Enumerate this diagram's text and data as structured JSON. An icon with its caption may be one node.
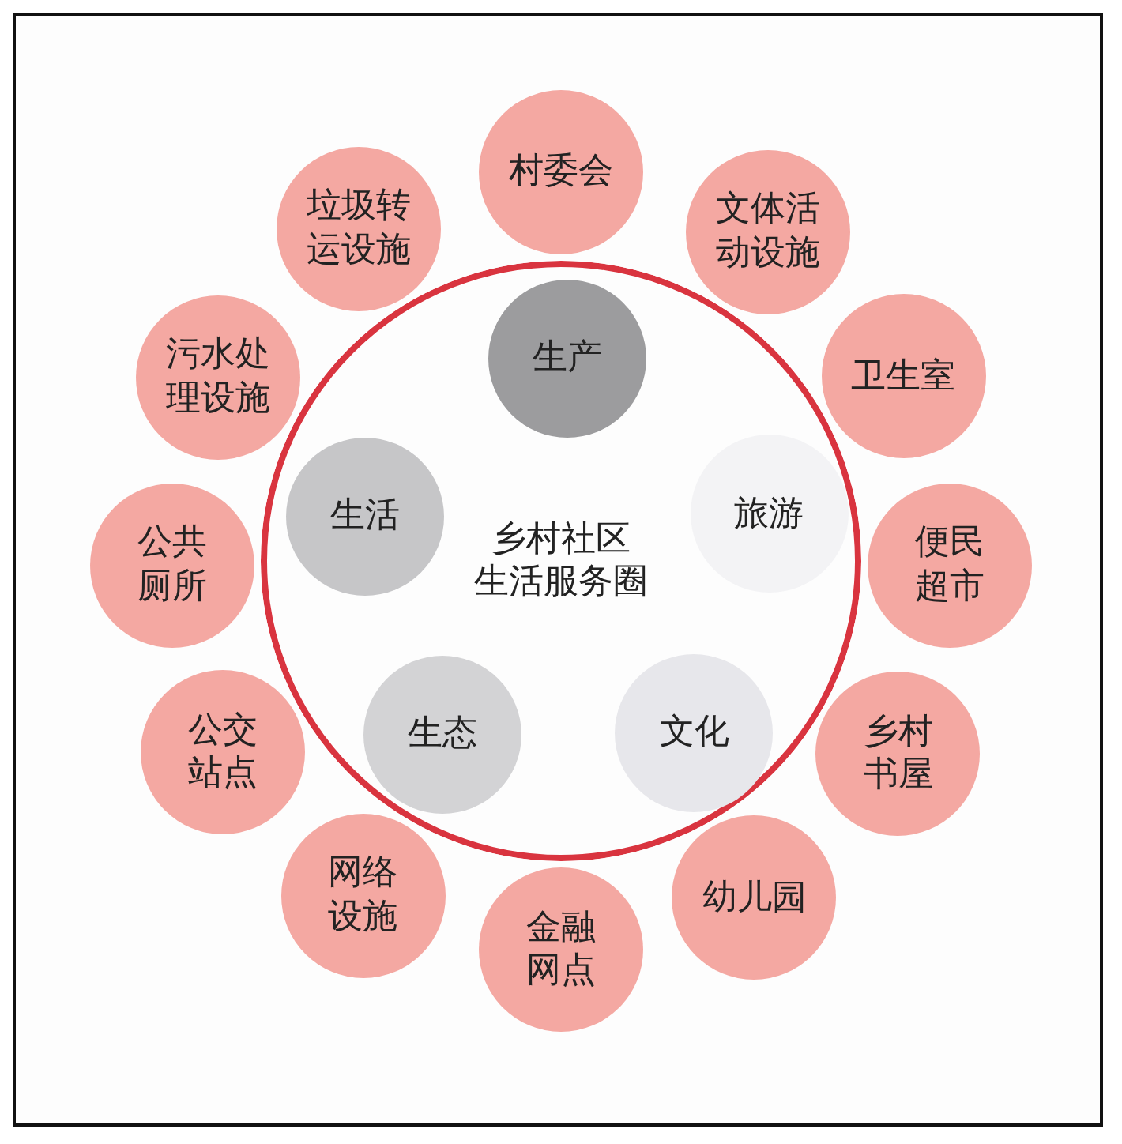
{
  "diagram": {
    "nodes": [
      {
        "text": [
          "乡村社区生活服务圈"
        ]
      },
      {
        "text": [
          "生产"
        ],
        "in": 0
      },
      {
        "text": [
          "生活"
        ],
        "in": 0
      },
      {
        "text": [
          "旅游"
        ],
        "in": 0
      },
      {
        "text": [
          "生态"
        ],
        "in": 0
      },
      {
        "text": [
          "文化"
        ],
        "in": 0
      },
      {
        "text": [
          "村委会"
        ]
      },
      {
        "text": [
          "文体活动设施"
        ]
      },
      {
        "text": [
          "卫生室"
        ]
      },
      {
        "text": [
          "便民超市"
        ]
      },
      {
        "text": [
          "乡村书屋"
        ]
      },
      {
        "text": [
          "幼儿园"
        ]
      },
      {
        "text": [
          "金融网点"
        ]
      },
      {
        "text": [
          "网络设施"
        ]
      },
      {
        "text": [
          "公交站点"
        ]
      },
      {
        "text": [
          "公共厕所"
        ]
      },
      {
        "text": [
          "污水处理设施"
        ]
      },
      {
        "text": [
          "垃圾转运设施"
        ]
      }
    ]
  }
}
